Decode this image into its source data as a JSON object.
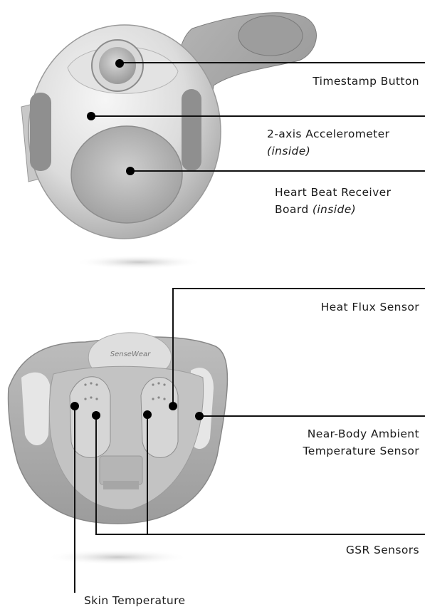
{
  "device": {
    "brand_logo": "SenseWear"
  },
  "labels": {
    "timestamp_button": "Timestamp Button",
    "accelerometer": "2-axis Accelerometer",
    "accelerometer_note": "(inside)",
    "heart_beat_line1": "Heart Beat Receiver",
    "heart_beat_line2": "Board",
    "heart_beat_note": "(inside)",
    "heat_flux": "Heat Flux Sensor",
    "ambient_line1": "Near-Body Ambient",
    "ambient_line2": "Temperature Sensor",
    "gsr": "GSR Sensors",
    "skin_temp": "Skin Temperature"
  },
  "colors": {
    "device_light": "#ebebeb",
    "device_mid": "#c9c9c9",
    "device_dark": "#9a9a9a",
    "leader_line": "#111111",
    "text": "#1a1a1a"
  }
}
